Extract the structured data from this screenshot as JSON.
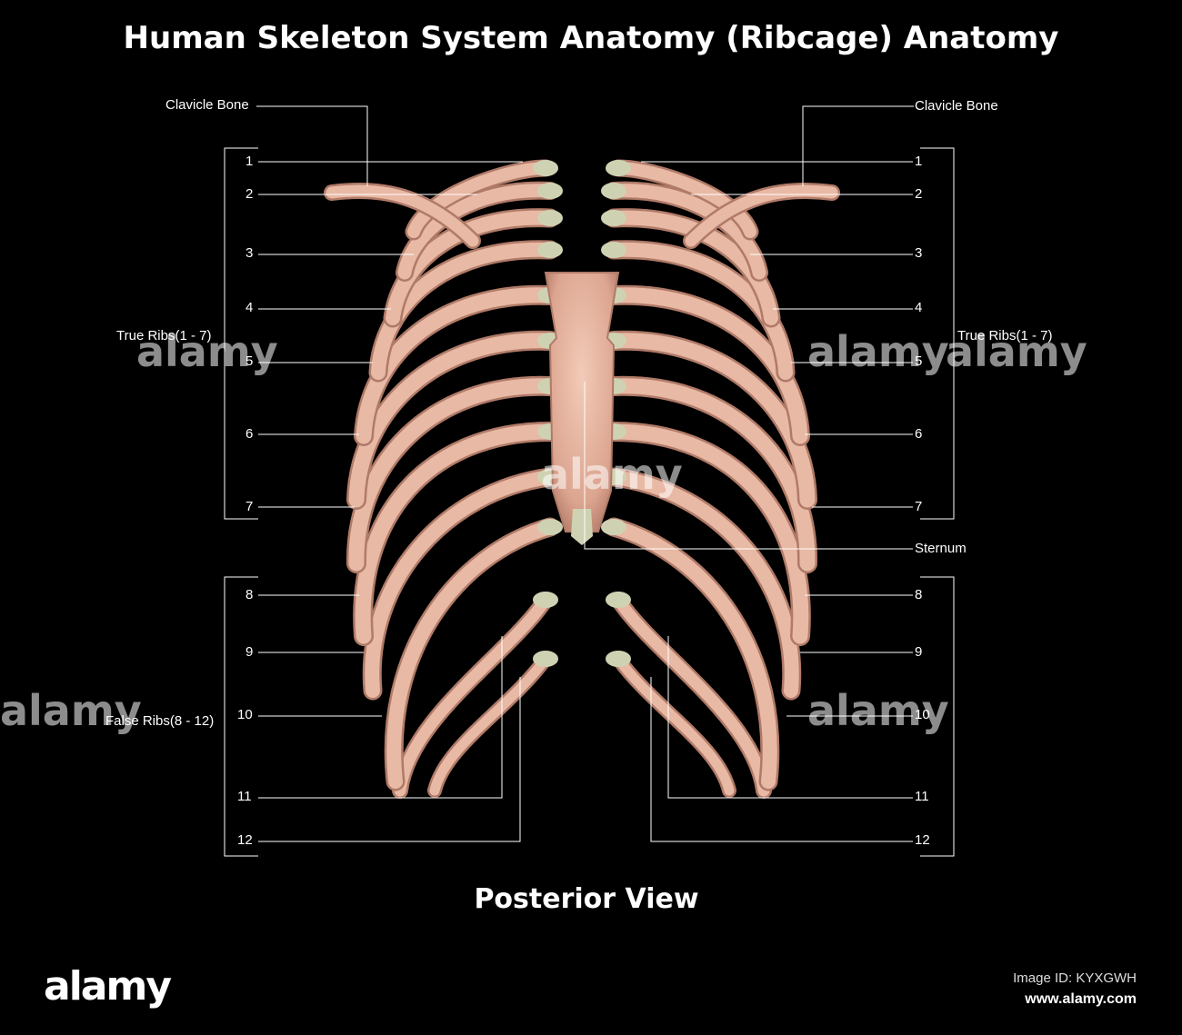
{
  "title": "Human Skeleton System Anatomy (Ribcage) Anatomy",
  "subtitle": "Posterior View",
  "labels": {
    "clavicle": "Clavicle Bone",
    "true_ribs": "True Ribs(1 - 7)",
    "false_ribs": "False Ribs(8 - 12)",
    "sternum": "Sternum"
  },
  "rib_numbers": [
    "1",
    "2",
    "3",
    "4",
    "5",
    "6",
    "7",
    "8",
    "9",
    "10",
    "11",
    "12"
  ],
  "watermark": {
    "logo": "alamy",
    "image_id": "Image ID: KYXGWH",
    "url": "www.alamy.com"
  },
  "colors": {
    "background": "#000000",
    "bone": "#e8b9a4",
    "bone_shadow": "#b07a68",
    "cartilage": "#cfd2b2",
    "leader_line": "#ffffff"
  }
}
